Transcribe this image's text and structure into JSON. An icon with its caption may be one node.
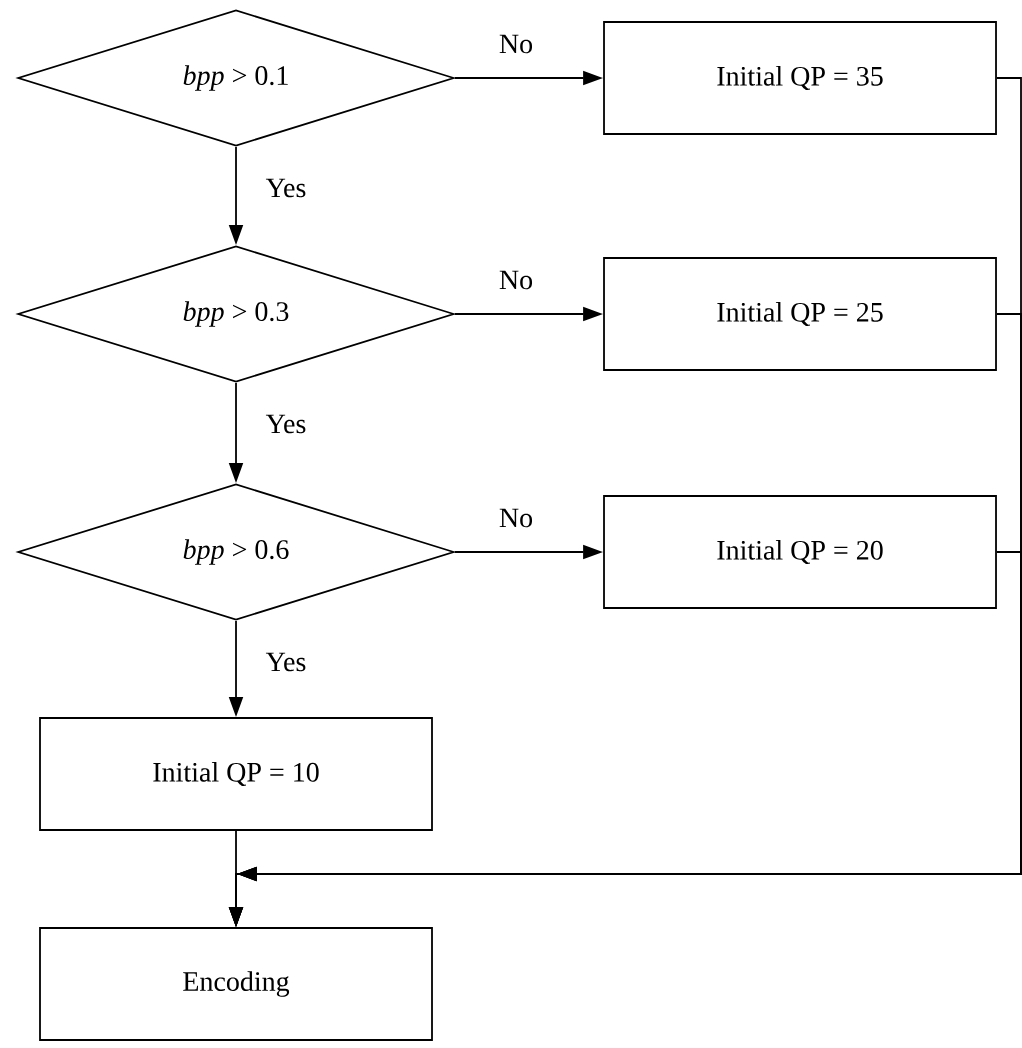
{
  "diagram": {
    "nodes": [
      {
        "text": [
          "*bpp* > 0.1"
        ]
      },
      {
        "text": [
          "Initial QP = 35"
        ]
      },
      {
        "text": [
          "*bpp* > 0.3"
        ]
      },
      {
        "text": [
          "Initial QP = 25"
        ]
      },
      {
        "text": [
          "*bpp* > 0.6"
        ]
      },
      {
        "text": [
          "Initial QP = 20"
        ]
      },
      {
        "text": [
          "Initial QP = 10"
        ]
      },
      {
        "text": [
          "Encoding"
        ]
      }
    ],
    "edges": [
      {
        "from": 0,
        "to": 1,
        "arrow": "to",
        "label": "No"
      },
      {
        "from": 0,
        "to": 2,
        "arrow": "to",
        "label": "Yes"
      },
      {
        "from": 2,
        "to": 3,
        "arrow": "to",
        "label": "No"
      },
      {
        "from": 2,
        "to": 4,
        "arrow": "to",
        "label": "Yes"
      },
      {
        "from": 4,
        "to": 5,
        "arrow": "to",
        "label": "No"
      },
      {
        "from": 4,
        "to": 6,
        "arrow": "to",
        "label": "Yes"
      },
      {
        "from": 6,
        "to": 7,
        "arrow": "to"
      },
      {
        "from": 1,
        "to": 7,
        "arrow": "to"
      },
      {
        "from": 3,
        "to": 7,
        "arrow": "to"
      },
      {
        "from": 5,
        "to": 7,
        "arrow": "to"
      }
    ]
  }
}
